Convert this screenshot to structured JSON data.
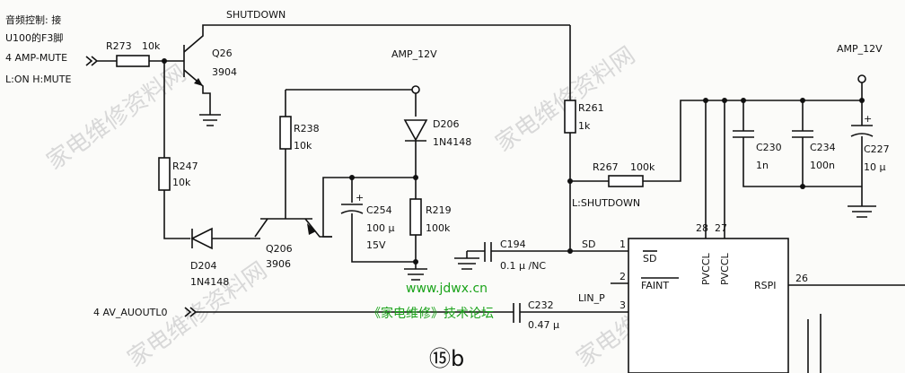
{
  "annotation": [
    "音频控制: 接",
    "U100的F3脚",
    "4 AMP-MUTE",
    "L:ON H:MUTE"
  ],
  "net_labels": {
    "shutdown": "SHUTDOWN",
    "amp_12v_left": "AMP_12V",
    "amp_12v_right": "AMP_12V",
    "l_shutdown": "L:SHUTDOWN",
    "av_auoutl0": "4 AV_AUOUTL0"
  },
  "components": {
    "r273": {
      "ref": "R273",
      "value": "10k"
    },
    "q26": {
      "ref": "Q26",
      "value": "3904"
    },
    "r238": {
      "ref": "R238",
      "value": "10k"
    },
    "r247": {
      "ref": "R247",
      "value": "10k"
    },
    "d204": {
      "ref": "D204",
      "value": "1N4148"
    },
    "q206": {
      "ref": "Q206",
      "value": "3906"
    },
    "c254": {
      "ref": "C254",
      "value": "100 μ",
      "rating": "15V"
    },
    "d206": {
      "ref": "D206",
      "value": "1N4148"
    },
    "r219": {
      "ref": "R219",
      "value": "100k"
    },
    "r261": {
      "ref": "R261",
      "value": "1k"
    },
    "r267": {
      "ref": "R267",
      "value": "100k"
    },
    "c194": {
      "ref": "C194",
      "value": "0.1 μ /NC"
    },
    "c232": {
      "ref": "C232",
      "value": "0.47 μ"
    },
    "c230": {
      "ref": "C230",
      "value": "1n"
    },
    "c234": {
      "ref": "C234",
      "value": "100n"
    },
    "c227": {
      "ref": "C227",
      "value": "10 μ"
    }
  },
  "ic": {
    "pin_sd": "SD",
    "pin_sd_bar": "SD",
    "pin_faint": "FAINT",
    "pin_lin_p": "LIN_P",
    "pin_pvccl_1": "PVCCL",
    "pin_pvccl_2": "PVCCL",
    "pin_rspi": "RSPI",
    "pin_numbers": {
      "sd": "1",
      "faint": "2",
      "lin_p": "3",
      "pvccl_1": "28",
      "pvccl_2": "27",
      "rspi": "26"
    }
  },
  "watermark": {
    "site": "www.jdwx.cn",
    "caption": "《家电维修》技术论坛",
    "big": "家电维修资料网"
  },
  "figure_id": "⑮b"
}
